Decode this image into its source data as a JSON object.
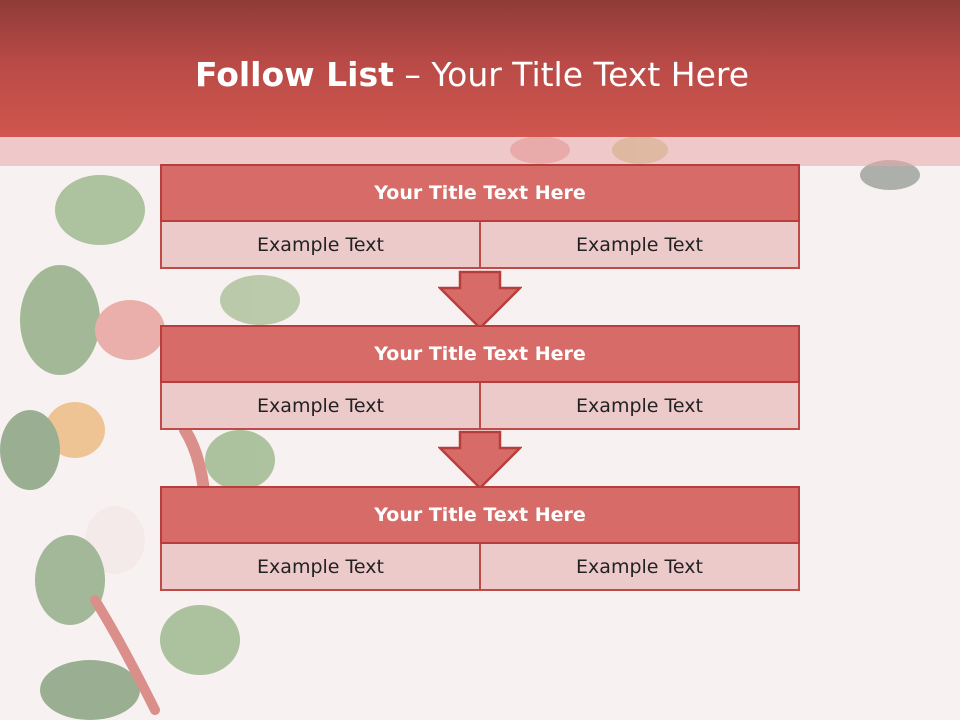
{
  "slide": {
    "title_bold": "Follow List",
    "title_rest": " – Your Title Text Here"
  },
  "steps": [
    {
      "title": "Your Title Text Here",
      "left": "Example Text",
      "right": "Example Text"
    },
    {
      "title": "Your Title Text Here",
      "left": "Example Text",
      "right": "Example Text"
    },
    {
      "title": "Your Title Text Here",
      "left": "Example Text",
      "right": "Example Text"
    }
  ],
  "colors": {
    "header": "#b84a46",
    "block_title": "#d66b67",
    "block_cell": "#edcaca",
    "border": "#b83e3c",
    "background": "#f8f1f1"
  }
}
